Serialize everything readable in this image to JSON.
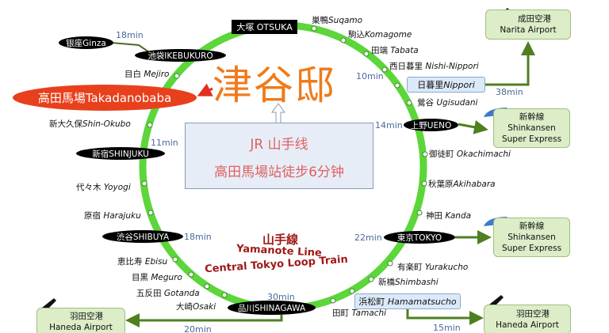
{
  "title": "津谷邸",
  "info_box": {
    "line1": "JR 山手线",
    "line2": "高田馬場站徒步6分钟"
  },
  "line_name": {
    "jp": "山手線",
    "en1": "Yamanote Line",
    "en2": "Central Tokyo Loop Train"
  },
  "major_stations": {
    "otsuka": "大塚 OTSUKA",
    "ginza": "银座Ginza",
    "ikebukuro": "池袋IKEBUKURO",
    "takadanobaba": "高田馬場Takadanobaba",
    "shinjuku": "新宿SHINJUKU",
    "shibuya": "渋谷SHIBUYA",
    "shinagawa": "品川SHINAGAWA",
    "tokyo": "東京TOKYO",
    "ueno": "上野UENO"
  },
  "stations": [
    {
      "jp": "巣鴨",
      "en": "Suqamo"
    },
    {
      "jp": "駒込",
      "en": "Komagome"
    },
    {
      "jp": "田端",
      "en": "Tabata"
    },
    {
      "jp": "西日暮里",
      "en": "Nishi-Nippori"
    },
    {
      "jp": "鶯谷",
      "en": "Ugisudani"
    },
    {
      "jp": "御徒町",
      "en": "Okachimachi"
    },
    {
      "jp": "秋葉原",
      "en": "Akihabara"
    },
    {
      "jp": "神田",
      "en": "Kanda"
    },
    {
      "jp": "有楽町",
      "en": "Yurakucho"
    },
    {
      "jp": "新橋",
      "en": "Shimbashi"
    },
    {
      "jp": "田町",
      "en": "Tamachi"
    },
    {
      "jp": "大崎",
      "en": "Osaki"
    },
    {
      "jp": "五反田",
      "en": "Gotanda"
    },
    {
      "jp": "目黒",
      "en": "Meguro"
    },
    {
      "jp": "恵比寿",
      "en": "Ebisu"
    },
    {
      "jp": "原宿",
      "en": "Harajuku"
    },
    {
      "jp": "代々木",
      "en": "Yoyogi"
    },
    {
      "jp": "新大久保",
      "en": "Shin-Okubo"
    },
    {
      "jp": "目白",
      "en": "Mejiro"
    }
  ],
  "transfer_stations": {
    "nippori": {
      "jp": "日暮里",
      "en": "Nippori"
    },
    "hamamatsucho": {
      "jp": "浜松町",
      "en": "Hamamatsucho"
    }
  },
  "times": {
    "ginza": "18min",
    "nippori": "10min",
    "ueno": "14min",
    "tokyo": "22min",
    "shinagawa": "30min",
    "shibuya": "18min",
    "shinjuku": "11min",
    "narita": "38min",
    "haneda_hama": "15min",
    "haneda_shina": "20min"
  },
  "destinations": {
    "narita": {
      "jp": "成田空港",
      "en": "Narita Airport"
    },
    "shinkansen1": {
      "jp": "新幹線",
      "en1": "Shinkansen",
      "en2": "Super Express"
    },
    "shinkansen2": {
      "jp": "新幹線",
      "en1": "Shinkansen",
      "en2": "Super Express"
    },
    "haneda_right": {
      "jp": "羽田空港",
      "en": "Haneda Airport"
    },
    "haneda_left": {
      "jp": "羽田空港",
      "en": "Haneda Airport"
    }
  },
  "colors": {
    "loop": "#5cd63a",
    "title": "#f07a1a",
    "highlight": "#e8401c",
    "info_text": "#e06060",
    "line_name": "#a01818",
    "route": "#4f7f1f",
    "time": "#4a6a9a"
  }
}
